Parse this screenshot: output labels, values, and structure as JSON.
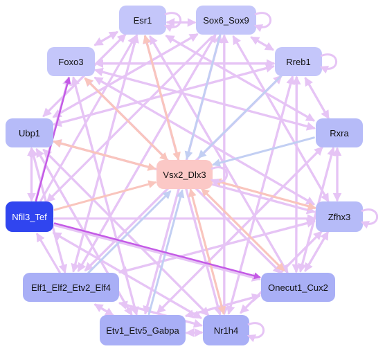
{
  "colors": {
    "edge_lilac": "#e6c4f5",
    "edge_blue": "#c2cff3",
    "edge_salmon": "#f9c5bd",
    "edge_magenta": "#c45ae6"
  },
  "nodes": [
    {
      "id": "esr1",
      "label": "Esr1",
      "color": "#c4c6fa"
    },
    {
      "id": "sox6_sox9",
      "label": "Sox6_Sox9",
      "color": "#c4c6fa"
    },
    {
      "id": "foxo3",
      "label": "Foxo3",
      "color": "#c4c6fa"
    },
    {
      "id": "rreb1",
      "label": "Rreb1",
      "color": "#c4c6fa"
    },
    {
      "id": "ubp1",
      "label": "Ubp1",
      "color": "#b6bbf8"
    },
    {
      "id": "rxra",
      "label": "Rxra",
      "color": "#b6bbf8"
    },
    {
      "id": "vsx2_dlx3",
      "label": "Vsx2_Dlx3",
      "color": "#fbc8c6"
    },
    {
      "id": "nfil3_tef",
      "label": "Nfil3_Tef",
      "color": "#3045ef",
      "dark": true
    },
    {
      "id": "zfhx3",
      "label": "Zfhx3",
      "color": "#b6bbf8"
    },
    {
      "id": "elf",
      "label": "Elf1_Elf2_Etv2_Elf4",
      "color": "#a9aff6"
    },
    {
      "id": "onecut1_cux2",
      "label": "Onecut1_Cux2",
      "color": "#a9aff6"
    },
    {
      "id": "etv",
      "label": "Etv1_Etv5_Gabpa",
      "color": "#a9aff6"
    },
    {
      "id": "nr1h4",
      "label": "Nr1h4",
      "color": "#a9aff6"
    }
  ],
  "self_loops": [
    "esr1",
    "sox6_sox9",
    "rreb1",
    "vsx2_dlx3",
    "zfhx3",
    "nr1h4"
  ]
}
